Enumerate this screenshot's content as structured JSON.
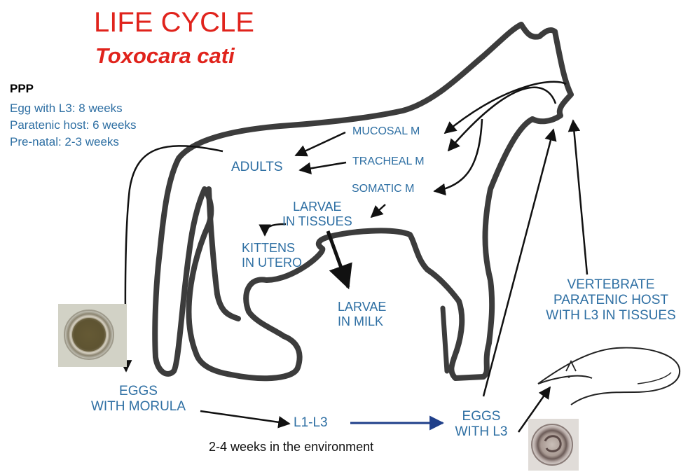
{
  "title": "LIFE CYCLE",
  "subtitle": "Toxocara cati",
  "ppp": {
    "heading": "PPP",
    "items": [
      "Egg with L3: 8 weeks",
      "Paratenic host:  6 weeks",
      "Pre-natal: 2-3 weeks"
    ]
  },
  "nodes": {
    "mucosal": "MUCOSAL M",
    "tracheal": "TRACHEAL M",
    "somatic": "SOMATIC M",
    "adults": "ADULTS",
    "larvae_tissues": [
      "LARVAE",
      "IN TISSUES"
    ],
    "kittens": [
      "KITTENS",
      "IN UTERO"
    ],
    "larvae_milk": [
      "LARVAE",
      "IN MILK"
    ],
    "vertebrate": [
      "VERTEBRATE",
      "PARATENIC  HOST",
      "WITH L3 IN TISSUES"
    ],
    "eggs_morula": [
      "EGGS",
      "WITH MORULA"
    ],
    "l1_l3": "L1-L3",
    "eggs_l3": [
      "EGGS",
      "WITH L3"
    ]
  },
  "footnote": "2-4 weeks in the environment",
  "colors": {
    "title": "#e0231c",
    "label": "#2e6fa3",
    "outline": "#3c3c3c",
    "arrow": "#111111",
    "arrow_environment": "#1f3f8a"
  }
}
